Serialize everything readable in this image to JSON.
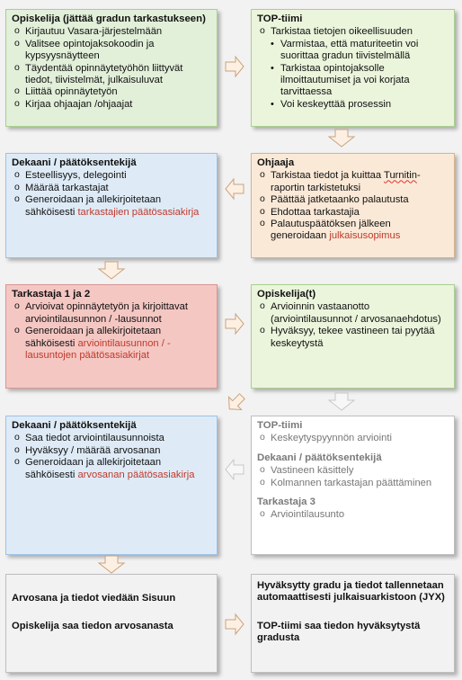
{
  "boxes": {
    "student1": {
      "title": "Opiskelija (jättää gradun tarkastukseen)",
      "items": [
        "Kirjautuu Vasara-järjestelmään",
        "Valitsee opintojaksokoodin ja kypsyysnäytteen",
        "Täydentää opinnäytetyöhön liittyvät tiedot, tiivistelmät, julkaisuluvat",
        "Liittää opinnäytetyön",
        "Kirjaa ohjaajan /ohjaajat"
      ]
    },
    "top1": {
      "title": "TOP-tiimi",
      "item": "Tarkistaa tietojen oikeellisuuden",
      "subitems": [
        "Varmistaa, että maturiteetin voi suorittaa gradun tiivistelmällä",
        "Tarkistaa opintojaksolle ilmoittautumiset ja voi korjata tarvittaessa",
        "Voi keskeyttää prosessin"
      ]
    },
    "supervisor": {
      "title": "Ohjaaja",
      "items": [
        {
          "pre": "Tarkistaa tiedot ja kuittaa ",
          "mark": "Turnitin",
          "post": "-raportin tarkistetuksi"
        },
        {
          "pre": "Päättää jatketaanko palautusta"
        },
        {
          "pre": "Ehdottaa tarkastajia"
        },
        {
          "pre": "Palautuspäätöksen jälkeen generoidaan ",
          "hl": "julkaisusopimus"
        }
      ]
    },
    "dean1": {
      "title": "Dekaani / päätöksentekijä",
      "items": [
        {
          "pre": "Esteellisyys, delegointi"
        },
        {
          "pre": "Määrää tarkastajat"
        },
        {
          "pre": "Generoidaan ja allekirjoitetaan sähköisesti ",
          "hl": "tarkastajien päätösasiakirja"
        }
      ]
    },
    "examiners": {
      "title": "Tarkastaja 1 ja 2",
      "items": [
        {
          "pre": "Arvioivat opinnäytetyön ja kirjoittavat arviointilausunnon / -lausunnot"
        },
        {
          "pre": "Generoidaan ja allekirjoitetaan sähköisesti ",
          "hl": "arviointilausunnon / -lausuntojen päätösasiakirjat"
        }
      ]
    },
    "student2": {
      "title": "Opiskelija(t)",
      "items": [
        "Arvioinnin vastaanotto (arviointilausunnot / arvosanaehdotus)",
        "Hyväksyy, tekee vastineen tai pyytää keskeytystä"
      ]
    },
    "dean2": {
      "title": "Dekaani / päätöksentekijä",
      "items": [
        {
          "pre": "Saa tiedot arviointilausunnoista"
        },
        {
          "pre": "Hyväksyy / määrää arvosanan"
        },
        {
          "pre": "Generoidaan ja allekirjoitetaan sähköisesti ",
          "hl": "arvosanan päätösasiakirja"
        }
      ]
    },
    "optional": {
      "sections": [
        {
          "title": "TOP-tiimi",
          "items": [
            "Keskeytyspyynnön arviointi"
          ]
        },
        {
          "title": "Dekaani / päätöksentekijä",
          "items": [
            "Vastineen käsittely",
            "Kolmannen tarkastajan päättäminen"
          ]
        },
        {
          "title": "Tarkastaja 3",
          "items": [
            "Arviointilausunto"
          ]
        }
      ]
    },
    "sisu": {
      "line1": "Arvosana ja tiedot viedään Sisuun",
      "line2": "Opiskelija saa tiedon arvosanasta"
    },
    "jyx": {
      "line1": "Hyväksytty gradu ja tiedot tallennetaan automaattisesti julkaisuarkistoon (JYX)",
      "line2": "TOP-tiimi saa tiedon hyväksytystä gradusta"
    }
  },
  "colors": {
    "highlight": "#c0392b",
    "arrow_fill": "#fdf0e3",
    "arrow_stroke": "#c9a27e"
  }
}
